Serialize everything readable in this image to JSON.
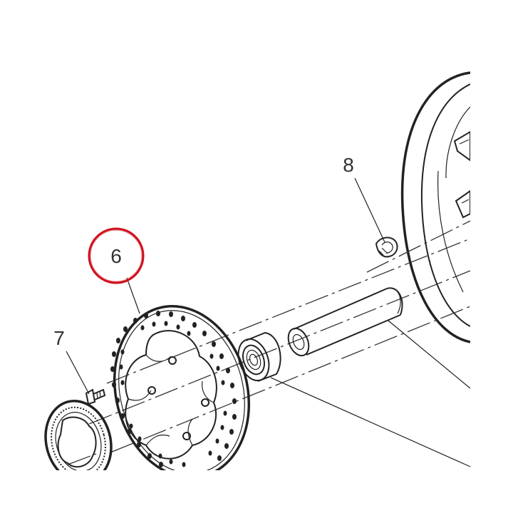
{
  "parts": [
    {
      "number": "6",
      "highlighted": true
    },
    {
      "number": "7",
      "highlighted": false
    },
    {
      "number": "8",
      "highlighted": false
    }
  ],
  "colors": {
    "highlight": "#d0101c",
    "line": "#222222",
    "text": "#333333",
    "background": "#ffffff"
  }
}
